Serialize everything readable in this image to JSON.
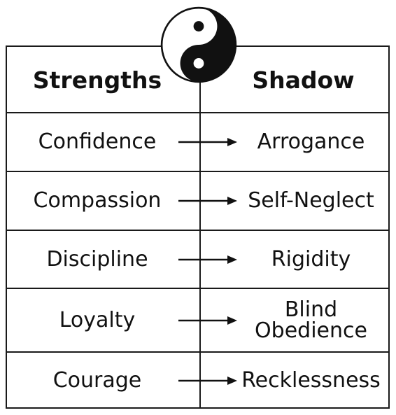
{
  "header": {
    "left": "Strengths",
    "right": "Shadow"
  },
  "rows": [
    {
      "strength": "Confidence",
      "shadow": "Arrogance"
    },
    {
      "strength": "Compassion",
      "shadow": "Self-Neglect"
    },
    {
      "strength": "Discipline",
      "shadow": "Rigidity"
    },
    {
      "strength": "Loyalty",
      "shadow": "Blind\nObedience"
    },
    {
      "strength": "Courage",
      "shadow": "Recklessness"
    }
  ],
  "icons": {
    "emblem": "yin-yang-icon",
    "arrow": "arrow-right-icon"
  }
}
